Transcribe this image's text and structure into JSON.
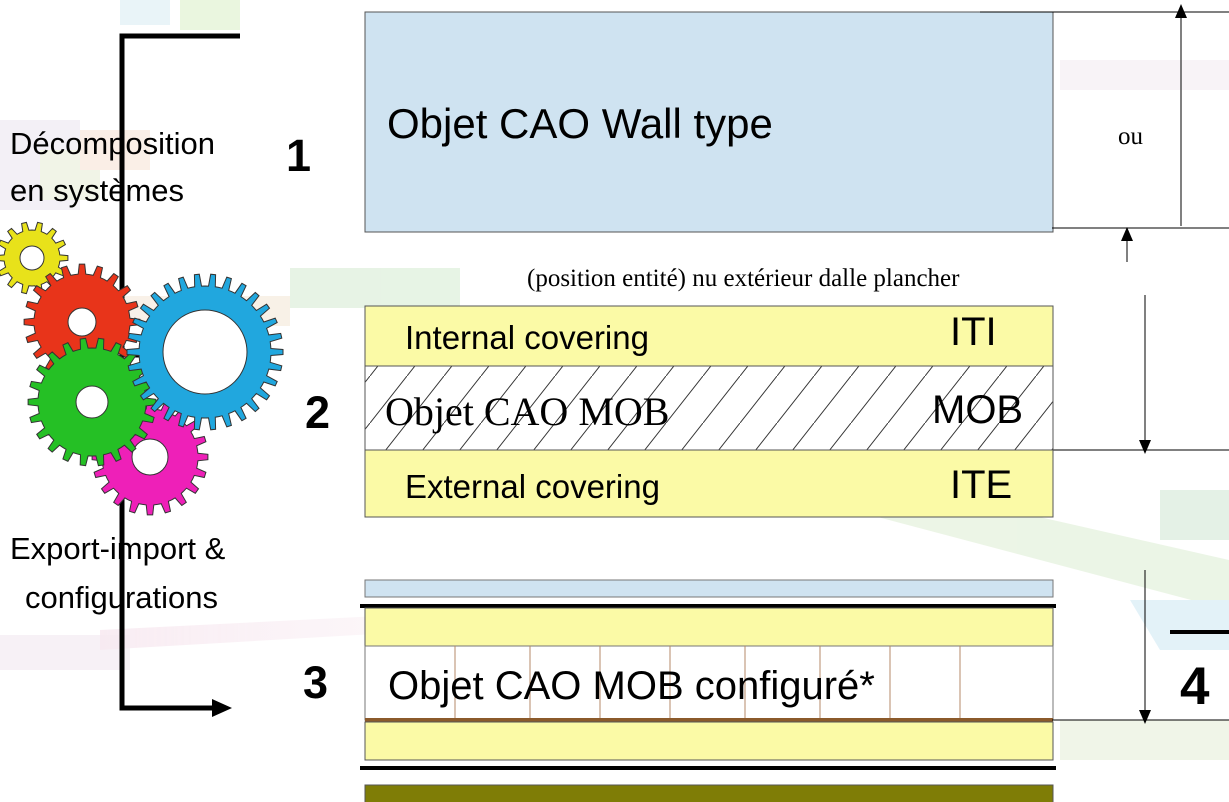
{
  "left_labels": {
    "decomposition_line1": "Décomposition",
    "decomposition_line2": "en systèmes",
    "export_line1": "Export-import &",
    "export_line2": "configurations"
  },
  "step_numbers": {
    "one": "1",
    "two": "2",
    "three": "3",
    "four": "4"
  },
  "wall_type_box": {
    "label": "Objet CAO Wall type",
    "side_note": "ou"
  },
  "position_note": "(position entité) nu extérieur dalle plancher",
  "layers": {
    "internal_label": "Internal covering",
    "internal_code": "ITI",
    "mob_label": "Objet CAO MOB",
    "mob_code": "MOB",
    "external_label": "External covering",
    "external_code": "ITE"
  },
  "configured_label": "Objet CAO MOB configuré*",
  "colors": {
    "wall_box": "#cfe3f1",
    "covering": "#fbfaa6",
    "olive": "#7f7d06",
    "brown_line": "#8b5a2b",
    "gear_yellow": "#e8e21a",
    "gear_red": "#e8341a",
    "gear_green": "#25c025",
    "gear_blue": "#21a7de",
    "gear_magenta": "#ee20b8"
  }
}
